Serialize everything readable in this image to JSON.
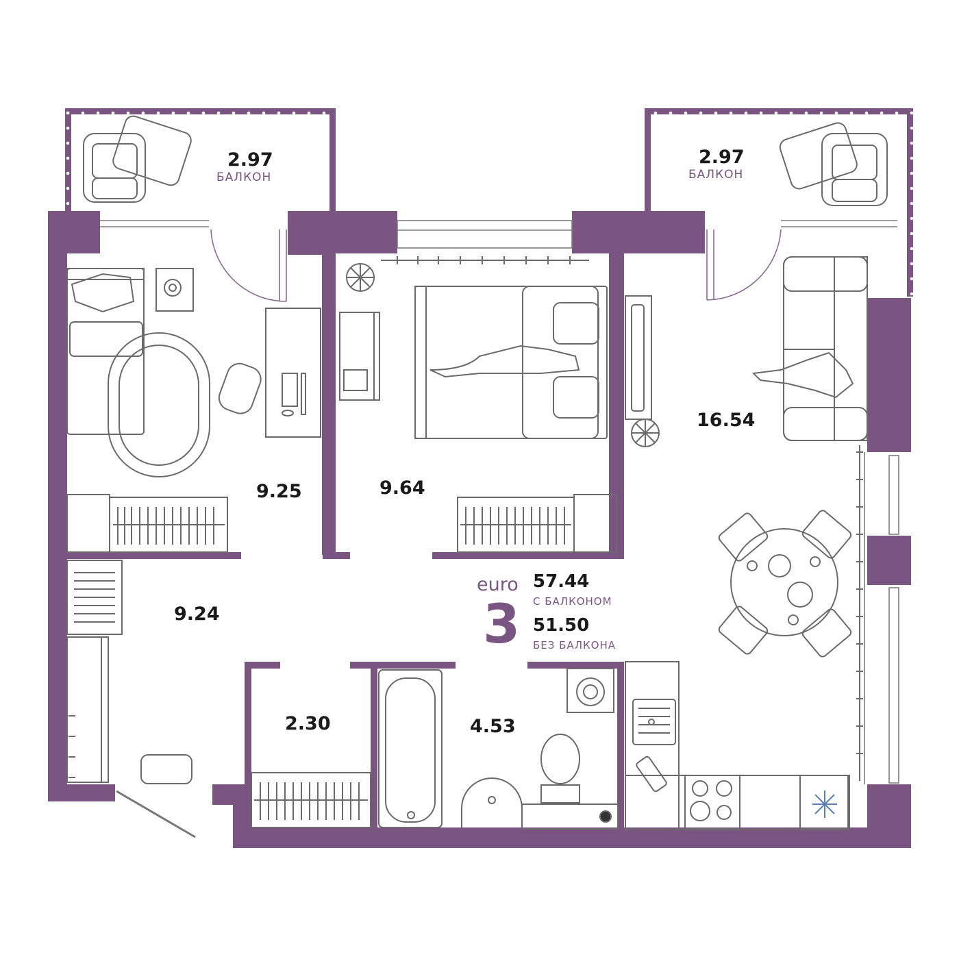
{
  "plan": {
    "wall_color": "#7b5582",
    "text_color": "#1a1a1a",
    "accent_text_color": "#7b5582",
    "rooms": [
      {
        "id": "balcony-left",
        "area": "2.97",
        "label": "БАЛКОН"
      },
      {
        "id": "balcony-right",
        "area": "2.97",
        "label": "БАЛКОН"
      },
      {
        "id": "bedroom-left",
        "area": "9.25"
      },
      {
        "id": "bedroom-middle",
        "area": "9.64"
      },
      {
        "id": "living-kitchen",
        "area": "16.54"
      },
      {
        "id": "hallway",
        "area": "9.24"
      },
      {
        "id": "storage",
        "area": "2.30"
      },
      {
        "id": "bathroom",
        "area": "4.53"
      }
    ]
  },
  "summary": {
    "brand": "euro",
    "room_count": "3",
    "area_with_balcony": "57.44",
    "with_balcony_label": "С БАЛКОНОМ",
    "area_without_balcony": "51.50",
    "without_balcony_label": "БЕЗ БАЛКОНА"
  }
}
